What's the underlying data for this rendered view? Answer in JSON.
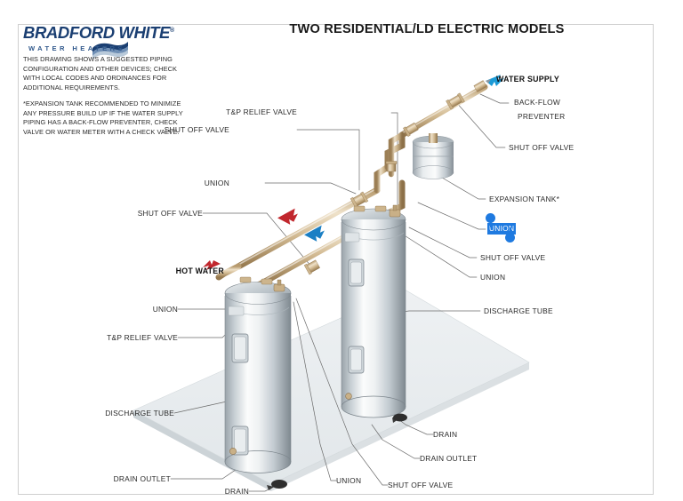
{
  "document": {
    "brand": {
      "name": "BRADFORD WHITE",
      "trademark": "®",
      "tagline": "WATER HEATERS",
      "logo_icon": "flag-wave-mark",
      "color": "#1b3f72"
    },
    "title": "TWO RESIDENTIAL/LD ELECTRIC MODELS",
    "disclaimer": [
      "THIS DRAWING SHOWS A SUGGESTED PIPING CONFIGURATION AND OTHER DEVICES; CHECK WITH LOCAL CODES AND ORDINANCES FOR ADDITIONAL REQUIREMENTS.",
      "*EXPANSION TANK RECOMMENDED TO MINIMIZE ANY PRESSURE BUILD UP IF THE WATER SUPPLY PIPING HAS A BACK-FLOW PREVENTER, CHECK VALVE OR WATER METER WITH A CHECK VALVE."
    ]
  },
  "flow": {
    "hot_water": {
      "label": "HOT WATER",
      "arrow_color": "#c1272d"
    },
    "water_supply": {
      "label": "WATER SUPPLY",
      "arrow_color": "#1b9ad6"
    },
    "pipe_arrow_hot": "#c1272d",
    "pipe_arrow_cold": "#1b7fc4"
  },
  "callouts": {
    "top": [
      {
        "id": "tp-relief-valve-top",
        "label": "T&P RELIEF VALVE"
      },
      {
        "id": "shut-off-valve-top",
        "label": "SHUT OFF VALVE"
      },
      {
        "id": "union-top",
        "label": "UNION"
      }
    ],
    "left": [
      {
        "id": "shut-off-valve-left",
        "label": "SHUT OFF VALVE"
      },
      {
        "id": "union-left",
        "label": "UNION"
      },
      {
        "id": "tp-relief-valve-left",
        "label": "T&P RELIEF VALVE"
      },
      {
        "id": "discharge-tube-left",
        "label": "DISCHARGE TUBE"
      },
      {
        "id": "drain-outlet-left",
        "label": "DRAIN OUTLET"
      }
    ],
    "bottom": [
      {
        "id": "drain-bottom-left",
        "label": "DRAIN"
      },
      {
        "id": "union-bottom",
        "label": "UNION"
      },
      {
        "id": "shut-off-valve-bottom",
        "label": "SHUT OFF VALVE"
      },
      {
        "id": "drain-outlet-bottom",
        "label": "DRAIN OUTLET"
      },
      {
        "id": "drain-bottom-right",
        "label": "DRAIN"
      }
    ],
    "right": [
      {
        "id": "back-flow-preventer",
        "label": "BACK-FLOW",
        "label2": "PREVENTER"
      },
      {
        "id": "shut-off-valve-right-1",
        "label": "SHUT OFF VALVE"
      },
      {
        "id": "expansion-tank",
        "label": "EXPANSION TANK*"
      },
      {
        "id": "union-right-selected",
        "label": "UNION"
      },
      {
        "id": "shut-off-valve-right-2",
        "label": "SHUT OFF VALVE"
      },
      {
        "id": "union-right-2",
        "label": "UNION"
      },
      {
        "id": "discharge-tube-right",
        "label": "DISCHARGE TUBE"
      }
    ]
  },
  "selection": {
    "selected_text": "UNION",
    "highlight_color": "#1f7ae0",
    "handle_color": "#1f7ae0"
  },
  "palette": {
    "copper_light": "#e0cdae",
    "copper_mid": "#c2a87f",
    "copper_dark": "#9a7f55",
    "tank_light": "#fdfdfd",
    "tank_mid": "#d7dce0",
    "tank_dark": "#8e979e",
    "floor": "#e9ecee",
    "leader": "#6b6b6b"
  }
}
